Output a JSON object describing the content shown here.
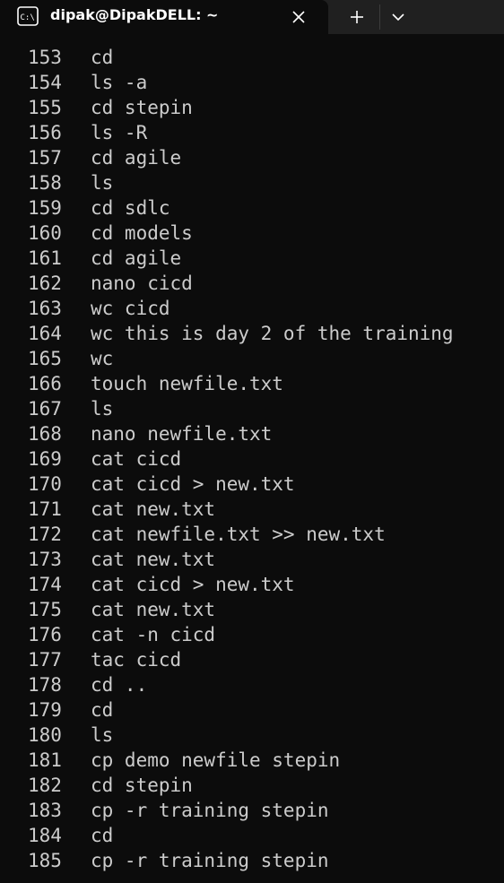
{
  "tab": {
    "title": "dipak@DipakDELL: ~",
    "icon": "terminal-app-icon"
  },
  "controls": {
    "close_icon": "close-icon",
    "new_tab_icon": "plus-icon",
    "dropdown_icon": "chevron-down-icon"
  },
  "history": [
    {
      "num": "153",
      "cmd": "cd"
    },
    {
      "num": "154",
      "cmd": "ls -a"
    },
    {
      "num": "155",
      "cmd": "cd stepin"
    },
    {
      "num": "156",
      "cmd": "ls -R"
    },
    {
      "num": "157",
      "cmd": "cd agile"
    },
    {
      "num": "158",
      "cmd": "ls"
    },
    {
      "num": "159",
      "cmd": "cd sdlc"
    },
    {
      "num": "160",
      "cmd": "cd models"
    },
    {
      "num": "161",
      "cmd": "cd agile"
    },
    {
      "num": "162",
      "cmd": "nano cicd"
    },
    {
      "num": "163",
      "cmd": "wc cicd"
    },
    {
      "num": "164",
      "cmd": "wc this is day 2 of the training"
    },
    {
      "num": "165",
      "cmd": "wc"
    },
    {
      "num": "166",
      "cmd": "touch newfile.txt"
    },
    {
      "num": "167",
      "cmd": "ls"
    },
    {
      "num": "168",
      "cmd": "nano newfile.txt"
    },
    {
      "num": "169",
      "cmd": "cat cicd"
    },
    {
      "num": "170",
      "cmd": "cat cicd > new.txt"
    },
    {
      "num": "171",
      "cmd": "cat new.txt"
    },
    {
      "num": "172",
      "cmd": "cat newfile.txt >> new.txt"
    },
    {
      "num": "173",
      "cmd": "cat new.txt"
    },
    {
      "num": "174",
      "cmd": "cat cicd > new.txt"
    },
    {
      "num": "175",
      "cmd": "cat new.txt"
    },
    {
      "num": "176",
      "cmd": "cat -n cicd"
    },
    {
      "num": "177",
      "cmd": "tac cicd"
    },
    {
      "num": "178",
      "cmd": "cd .."
    },
    {
      "num": "179",
      "cmd": "cd"
    },
    {
      "num": "180",
      "cmd": "ls"
    },
    {
      "num": "181",
      "cmd": "cp demo newfile stepin"
    },
    {
      "num": "182",
      "cmd": "cd stepin"
    },
    {
      "num": "183",
      "cmd": "cp -r training stepin"
    },
    {
      "num": "184",
      "cmd": "cd"
    },
    {
      "num": "185",
      "cmd": "cp -r training stepin"
    }
  ],
  "colors": {
    "background": "#0c0c0c",
    "titlebar": "#202020",
    "text": "#cccccc"
  }
}
